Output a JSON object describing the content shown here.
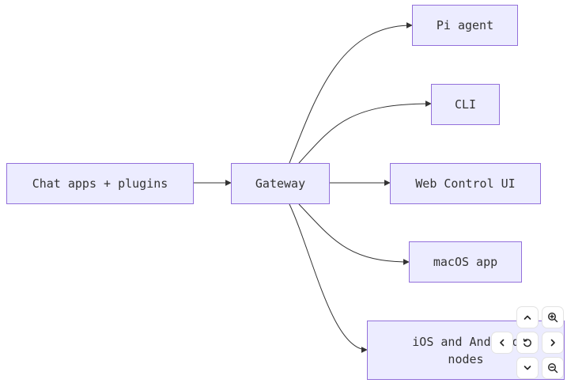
{
  "diagram": {
    "type": "flowchart",
    "nodes": [
      {
        "id": "chat",
        "label": "Chat apps + plugins"
      },
      {
        "id": "gateway",
        "label": "Gateway"
      },
      {
        "id": "pi",
        "label": "Pi agent"
      },
      {
        "id": "cli",
        "label": "CLI"
      },
      {
        "id": "web",
        "label": "Web Control UI"
      },
      {
        "id": "macos",
        "label": "macOS app"
      },
      {
        "id": "ios",
        "label": "iOS and Android\nnodes"
      }
    ],
    "edges": [
      {
        "from": "chat",
        "to": "gateway"
      },
      {
        "from": "gateway",
        "to": "pi"
      },
      {
        "from": "gateway",
        "to": "cli"
      },
      {
        "from": "gateway",
        "to": "web"
      },
      {
        "from": "gateway",
        "to": "macos"
      },
      {
        "from": "gateway",
        "to": "ios"
      }
    ],
    "colors": {
      "node_fill": "#ececff",
      "node_border": "#9370db",
      "text": "#333333",
      "edge": "#333333"
    }
  },
  "controls": {
    "pan_up_icon": "chevron-up-icon",
    "zoom_in_icon": "zoom-in-icon",
    "pan_left_icon": "chevron-left-icon",
    "reset_icon": "reset-icon",
    "pan_right_icon": "chevron-right-icon",
    "pan_down_icon": "chevron-down-icon",
    "zoom_out_icon": "zoom-out-icon"
  }
}
